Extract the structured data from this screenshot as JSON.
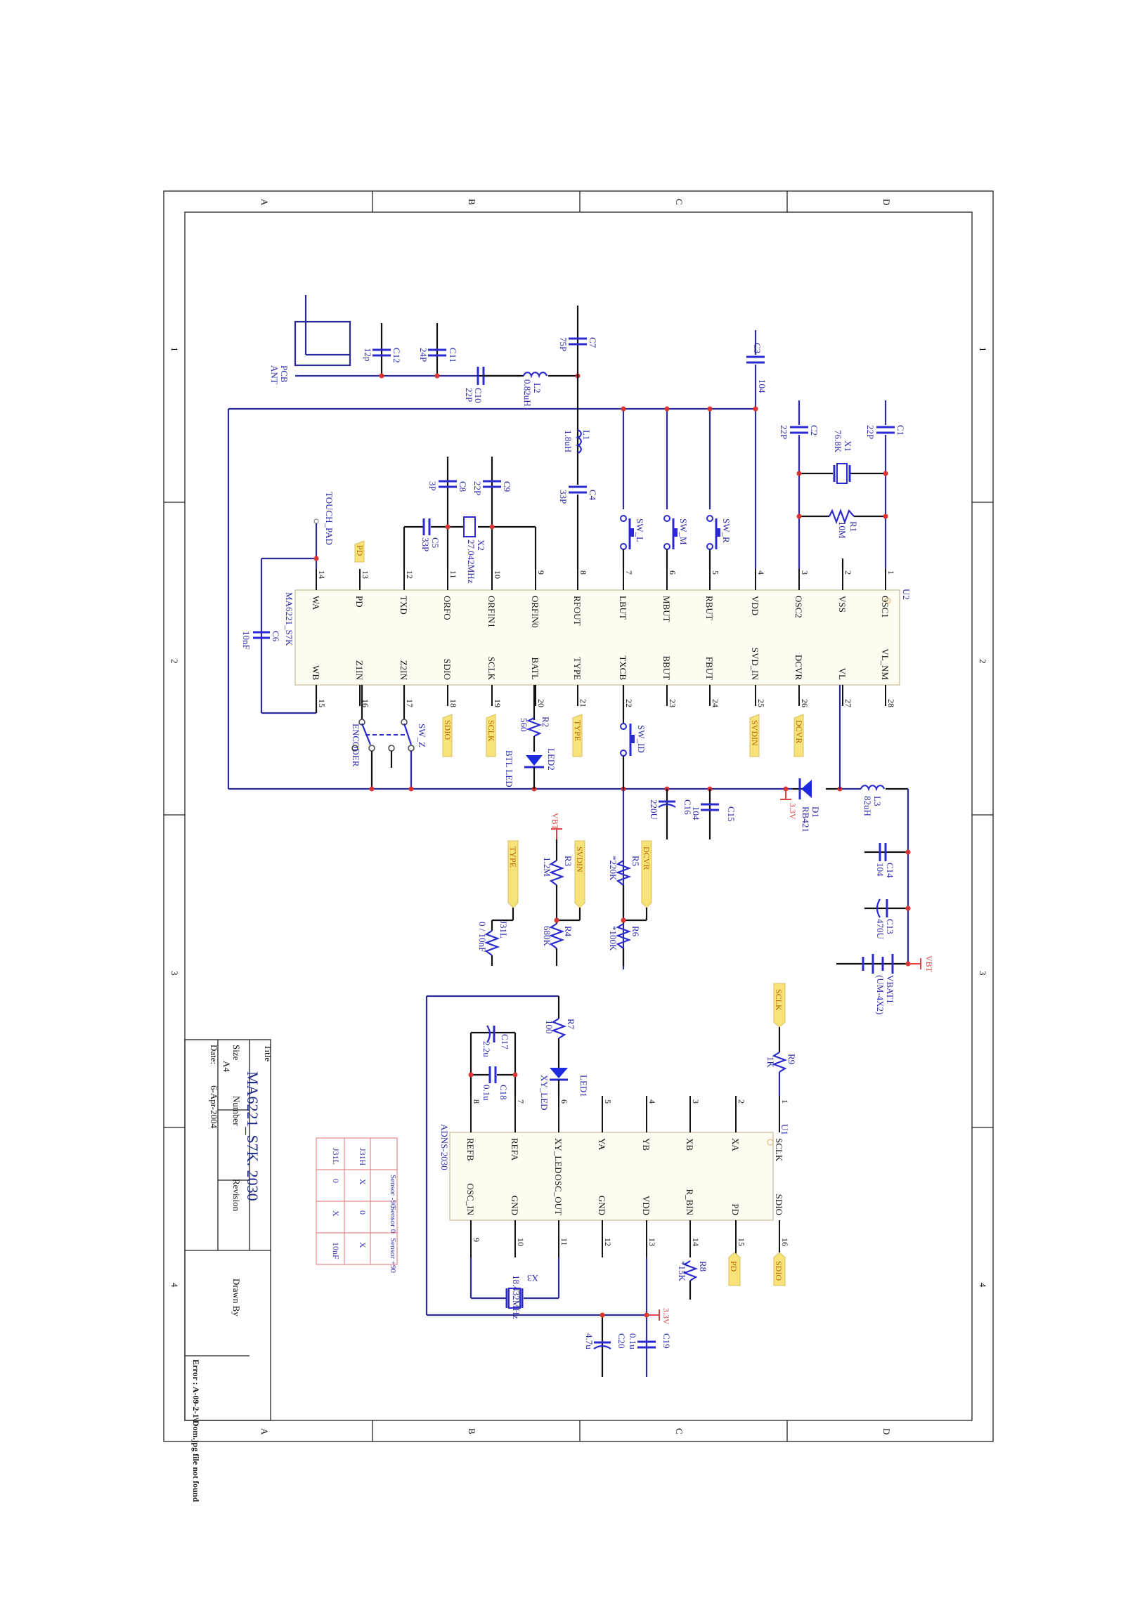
{
  "sheet": {
    "columns": [
      "A",
      "B",
      "C",
      "D"
    ],
    "rows": [
      "1",
      "2",
      "3",
      "4"
    ]
  },
  "title_block": {
    "title_label": "Title",
    "title": "MA6221_S7K. 2030",
    "size_label": "Size",
    "size": "A4",
    "number_label": "Number",
    "revision_label": "Revision",
    "date_label": "Date:",
    "date": "6-Apr-2004",
    "drawn_by_label": "Drawn By",
    "error_text": "Error : A-09-2-1\\Dom.jpg file not found"
  },
  "u2": {
    "ref": "U2",
    "part": "MA6221_S7K",
    "left_pins": [
      {
        "num": "1",
        "name": "OSC1"
      },
      {
        "num": "2",
        "name": "VSS"
      },
      {
        "num": "3",
        "name": "OSC2"
      },
      {
        "num": "4",
        "name": "VDD"
      },
      {
        "num": "5",
        "name": "RBUT"
      },
      {
        "num": "6",
        "name": "MBUT"
      },
      {
        "num": "7",
        "name": "LBUT"
      },
      {
        "num": "8",
        "name": "RFOUT"
      },
      {
        "num": "9",
        "name": "ORFIN0"
      },
      {
        "num": "10",
        "name": "ORFIN1"
      },
      {
        "num": "11",
        "name": "ORFO"
      },
      {
        "num": "12",
        "name": "TXD"
      },
      {
        "num": "13",
        "name": "PD"
      },
      {
        "num": "14",
        "name": "WA"
      }
    ],
    "right_pins": [
      {
        "num": "28",
        "name": "VL_NM"
      },
      {
        "num": "27",
        "name": "VL"
      },
      {
        "num": "26",
        "name": "DCVR"
      },
      {
        "num": "25",
        "name": "SVD_IN"
      },
      {
        "num": "24",
        "name": "FBUT"
      },
      {
        "num": "23",
        "name": "BBUT"
      },
      {
        "num": "22",
        "name": "TXCB"
      },
      {
        "num": "21",
        "name": "TYPE"
      },
      {
        "num": "20",
        "name": "BATL"
      },
      {
        "num": "19",
        "name": "SCLK"
      },
      {
        "num": "18",
        "name": "SDIO"
      },
      {
        "num": "17",
        "name": "Z2IN"
      },
      {
        "num": "16",
        "name": "Z1IN"
      },
      {
        "num": "15",
        "name": "WB"
      }
    ]
  },
  "u1": {
    "ref": "U1",
    "part": "ADNS-2030",
    "left_pins": [
      {
        "num": "1",
        "name": "SCLK"
      },
      {
        "num": "2",
        "name": "XA"
      },
      {
        "num": "3",
        "name": "XB"
      },
      {
        "num": "4",
        "name": "YB"
      },
      {
        "num": "5",
        "name": "YA"
      },
      {
        "num": "6",
        "name": "XY_LED"
      },
      {
        "num": "7",
        "name": "REFA"
      },
      {
        "num": "8",
        "name": "REFB"
      }
    ],
    "right_pins": [
      {
        "num": "16",
        "name": "SDIO"
      },
      {
        "num": "15",
        "name": "PD"
      },
      {
        "num": "14",
        "name": "R_BIN"
      },
      {
        "num": "13",
        "name": "VDD"
      },
      {
        "num": "12",
        "name": "GND"
      },
      {
        "num": "11",
        "name": "OSC_OUT"
      },
      {
        "num": "10",
        "name": "GND"
      },
      {
        "num": "9",
        "name": "OSC_IN"
      }
    ]
  },
  "components": {
    "antenna": {
      "ref": "PCB",
      "value": "ANT"
    },
    "C12": {
      "ref": "C12",
      "value": "12p"
    },
    "C11": {
      "ref": "C11",
      "value": "24P"
    },
    "C10": {
      "ref": "C10",
      "value": "22P"
    },
    "L2": {
      "ref": "L2",
      "value": "0.82uH"
    },
    "C7": {
      "ref": "C7",
      "value": "75P"
    },
    "L1": {
      "ref": "L1",
      "value": "1.8uH"
    },
    "C4": {
      "ref": "C4",
      "value": "33P"
    },
    "C3": {
      "ref": "C3",
      "value": "104"
    },
    "C2": {
      "ref": "C2",
      "value": "22P"
    },
    "C1": {
      "ref": "C1",
      "value": "22P"
    },
    "X1": {
      "ref": "X1",
      "value": "76.8K"
    },
    "R1": {
      "ref": "R1",
      "value": "10M"
    },
    "C8": {
      "ref": "C8",
      "value": "3P"
    },
    "C9": {
      "ref": "C9",
      "value": "22P"
    },
    "C5": {
      "ref": "C5",
      "value": "33P"
    },
    "X2": {
      "ref": "X2",
      "value": "27.042MHz"
    },
    "C6": {
      "ref": "C6",
      "value": "10nF"
    },
    "touch_pad": {
      "label": "TOUCH_PAD"
    },
    "SW_L": {
      "ref": "SW_L"
    },
    "SW_M": {
      "ref": "SW_M"
    },
    "SW_R": {
      "ref": "SW_R"
    },
    "SW_Z": {
      "ref": "SW_Z"
    },
    "encoder": {
      "ref": "ENCODER"
    },
    "R2": {
      "ref": "R2",
      "value": "560"
    },
    "LED2": {
      "ref": "LED2",
      "value": "BTL LED"
    },
    "SW_ID": {
      "ref": "SW_ID"
    },
    "C16": {
      "ref": "C16",
      "value": "220U"
    },
    "C15": {
      "ref": "C15",
      "value": "104"
    },
    "D1": {
      "ref": "D1",
      "value": "RB421"
    },
    "L3": {
      "ref": "L3",
      "value": "82uH"
    },
    "C14": {
      "ref": "C14",
      "value": "104"
    },
    "C13": {
      "ref": "C13",
      "value": "470U"
    },
    "VBAT1": {
      "ref": "VBAT1",
      "value": "(UM-4X2)"
    },
    "R3": {
      "ref": "R3",
      "value": "1.2M"
    },
    "R4": {
      "ref": "R4",
      "value": "680K"
    },
    "R5": {
      "ref": "R5",
      "value": "*220K"
    },
    "R6": {
      "ref": "R6",
      "value": "*100K"
    },
    "J31L": {
      "ref": "J31L",
      "value": "0 / 10nF"
    },
    "R9": {
      "ref": "R9",
      "value": "1K"
    },
    "R7": {
      "ref": "R7",
      "value": "100"
    },
    "LED1": {
      "ref": "LED1",
      "value": "XY_LED"
    },
    "C17": {
      "ref": "C17",
      "value": "2.2u"
    },
    "C18": {
      "ref": "C18",
      "value": "0.1u"
    },
    "X3": {
      "ref": "X3",
      "value": "18.432MHz"
    },
    "R8": {
      "ref": "R8",
      "value": "*15K"
    },
    "C19": {
      "ref": "C19",
      "value": "0.1u"
    },
    "C20": {
      "ref": "C20",
      "value": "4.7u"
    }
  },
  "net_ports": {
    "pd_u2": "PD",
    "sdio_u2": "SDIO",
    "sclk_u2": "SCLK",
    "type_u2": "TYPE",
    "svdin_u2": "SVDIN",
    "dcvr_u2": "DCVR",
    "type_div": "TYPE",
    "svdin_div": "SVDIN",
    "dcvr_div": "DCVR",
    "sclk_u1": "SCLK",
    "pd_u1": "PD",
    "sdio_u1": "SDIO"
  },
  "power_labels": {
    "vbt_r3": "VBT",
    "v33_d1": "3.3V",
    "vbt_bat": "VBT",
    "v33_u1": "3.3V"
  },
  "sensor_table": {
    "headers": [
      "",
      "Sensor -90",
      "Sensor 0",
      "Sensor +90"
    ],
    "rows": [
      [
        "J31H",
        "X",
        "0",
        "X"
      ],
      [
        "J31L",
        "0",
        "X",
        "10nF"
      ]
    ]
  },
  "colors": {
    "wire": "#2a2a9a",
    "component": "#2a2ad0",
    "ground": "#e04545",
    "port_fill": "#f8e27a",
    "chip_fill": "#fffdf2"
  }
}
